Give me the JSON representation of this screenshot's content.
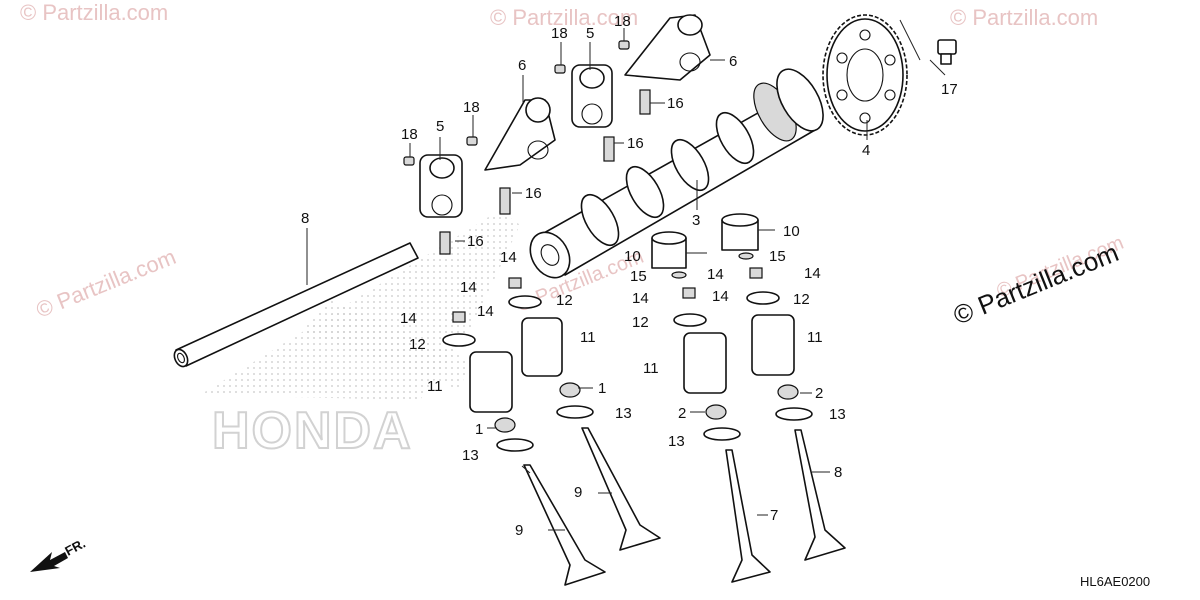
{
  "diagram": {
    "watermark_text": "© Partzilla.com",
    "brand_mark": "© Partzilla.com",
    "ghost_logo": "HONDA",
    "front_label": "FR.",
    "diagram_code": "HL6AE0200",
    "callouts": [
      {
        "id": "c1a",
        "text": "1"
      },
      {
        "id": "c1b",
        "text": "1"
      },
      {
        "id": "c2a",
        "text": "2"
      },
      {
        "id": "c2b",
        "text": "2"
      },
      {
        "id": "c3",
        "text": "3"
      },
      {
        "id": "c4",
        "text": "4"
      },
      {
        "id": "c5a",
        "text": "5"
      },
      {
        "id": "c5b",
        "text": "5"
      },
      {
        "id": "c6a",
        "text": "6"
      },
      {
        "id": "c6b",
        "text": "6"
      },
      {
        "id": "c7",
        "text": "7"
      },
      {
        "id": "c8a",
        "text": "8"
      },
      {
        "id": "c8b",
        "text": "8"
      },
      {
        "id": "c9a",
        "text": "9"
      },
      {
        "id": "c9b",
        "text": "9"
      },
      {
        "id": "c10a",
        "text": "10"
      },
      {
        "id": "c10b",
        "text": "10"
      },
      {
        "id": "c11a",
        "text": "11"
      },
      {
        "id": "c11b",
        "text": "11"
      },
      {
        "id": "c11c",
        "text": "11"
      },
      {
        "id": "c11d",
        "text": "11"
      },
      {
        "id": "c12a",
        "text": "12"
      },
      {
        "id": "c12b",
        "text": "12"
      },
      {
        "id": "c12c",
        "text": "12"
      },
      {
        "id": "c12d",
        "text": "12"
      },
      {
        "id": "c13a",
        "text": "13"
      },
      {
        "id": "c13b",
        "text": "13"
      },
      {
        "id": "c13c",
        "text": "13"
      },
      {
        "id": "c13d",
        "text": "13"
      },
      {
        "id": "c14a",
        "text": "14"
      },
      {
        "id": "c14b",
        "text": "14"
      },
      {
        "id": "c14c",
        "text": "14"
      },
      {
        "id": "c14d",
        "text": "14"
      },
      {
        "id": "c14e",
        "text": "14"
      },
      {
        "id": "c14f",
        "text": "14"
      },
      {
        "id": "c14g",
        "text": "14"
      },
      {
        "id": "c14h",
        "text": "14"
      },
      {
        "id": "c15a",
        "text": "15"
      },
      {
        "id": "c15b",
        "text": "15"
      },
      {
        "id": "c16a",
        "text": "16"
      },
      {
        "id": "c16b",
        "text": "16"
      },
      {
        "id": "c16c",
        "text": "16"
      },
      {
        "id": "c16d",
        "text": "16"
      },
      {
        "id": "c17",
        "text": "17"
      },
      {
        "id": "c18a",
        "text": "18"
      },
      {
        "id": "c18b",
        "text": "18"
      },
      {
        "id": "c18c",
        "text": "18"
      },
      {
        "id": "c18d",
        "text": "18"
      }
    ]
  }
}
